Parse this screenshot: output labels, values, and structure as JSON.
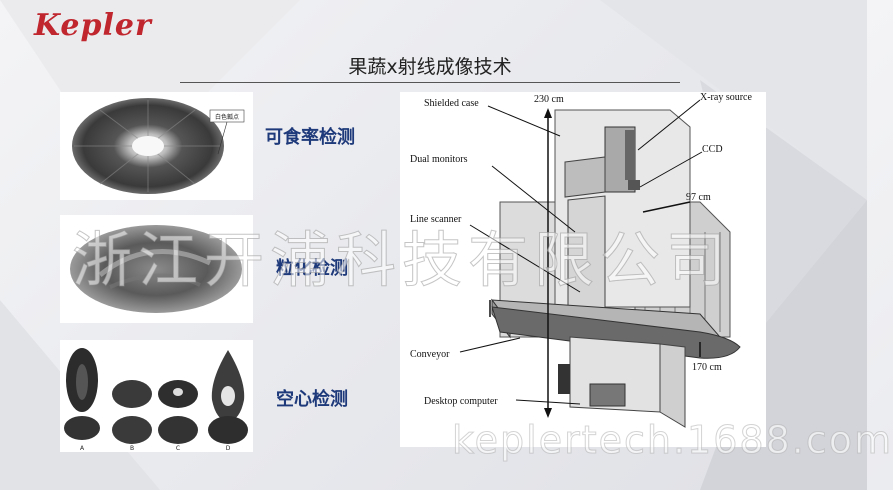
{
  "brand": {
    "name": "Kepler",
    "color": "#c0262d"
  },
  "slide": {
    "title": "果蔬x射线成像技术"
  },
  "samples": [
    {
      "caption": "可食率检测",
      "inset_label": "白色瓤点"
    },
    {
      "caption": "粒化检测"
    },
    {
      "caption": "空心检测",
      "panel_letters": [
        "A",
        "B",
        "C",
        "D"
      ]
    }
  ],
  "diagram": {
    "labels": {
      "shielded_case": "Shielded case",
      "xray_source": "X-ray source",
      "dual_monitors": "Dual monitors",
      "ccd": "CCD",
      "line_scanner": "Line scanner",
      "conveyor": "Conveyor",
      "desktop_computer": "Desktop computer",
      "dim_height": "230 cm",
      "dim_depth": "97 cm",
      "dim_length": "170 cm"
    }
  },
  "watermarks": {
    "company": "浙江开浦科技有限公司",
    "site": "keplertech.1688.com"
  },
  "colors": {
    "caption": "#1f3a7a",
    "title_rule": "#555555"
  }
}
